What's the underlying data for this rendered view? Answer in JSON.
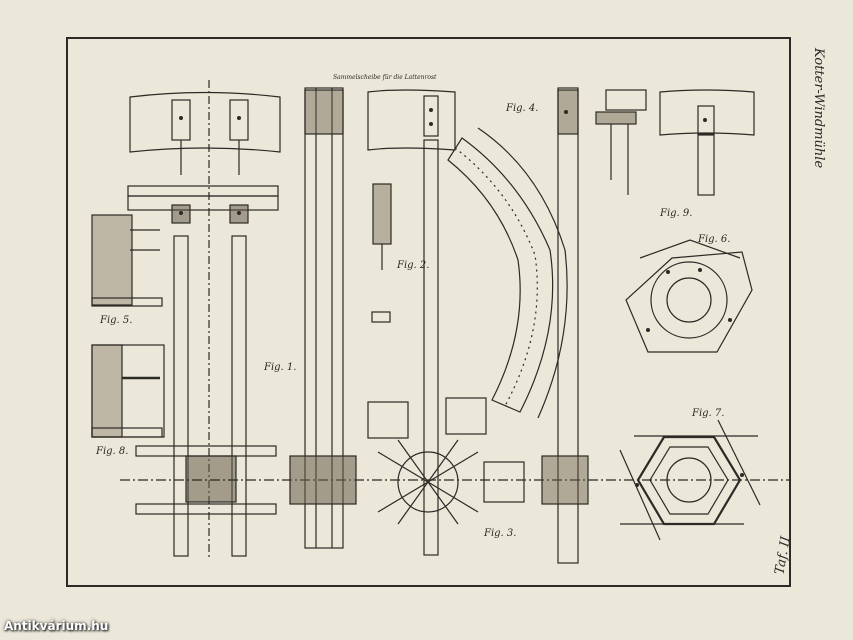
{
  "title": "Kotter-Windmühle",
  "plate_number": "Taf. II",
  "top_note": "Sammelscheibe für die Lattenrost",
  "figures": {
    "fig1": "Fig. 1.",
    "fig2": "Fig. 2.",
    "fig3": "Fig. 3.",
    "fig4": "Fig. 4.",
    "fig5": "Fig. 5.",
    "fig6": "Fig. 6.",
    "fig7": "Fig. 7.",
    "fig8": "Fig. 8.",
    "fig9": "Fig. 9."
  },
  "watermark": "Antikvárium.hu"
}
